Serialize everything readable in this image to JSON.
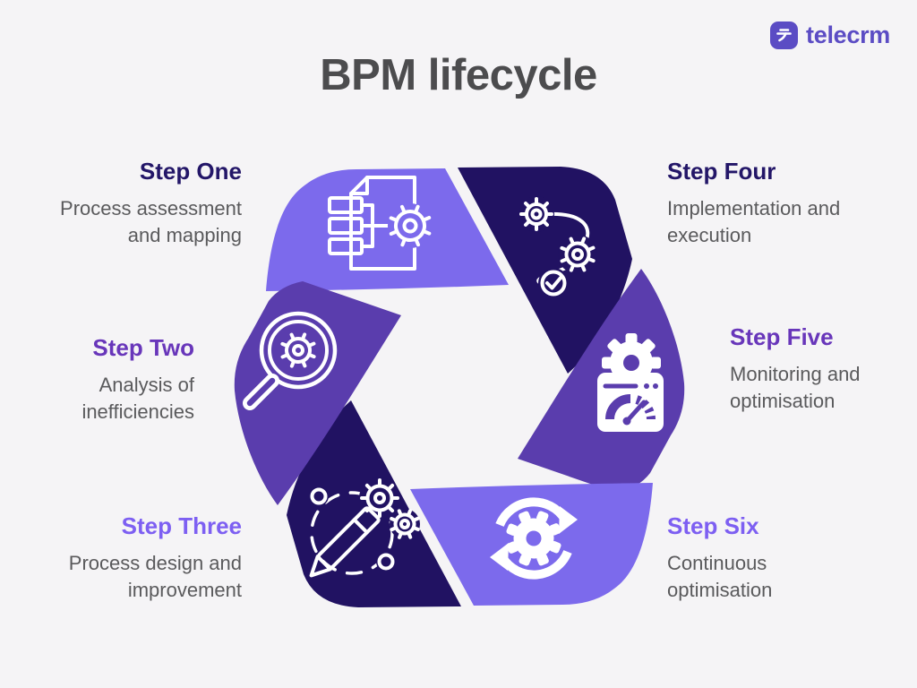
{
  "brand": {
    "name": "telecrm"
  },
  "title": "BPM lifecycle",
  "steps": [
    {
      "label": "Step One",
      "description": "Process assessment and mapping",
      "icon": "document-gear-icon"
    },
    {
      "label": "Step Two",
      "description": "Analysis of inefficiencies",
      "icon": "magnifier-gear-icon"
    },
    {
      "label": "Step Three",
      "description": "Process design and improvement",
      "icon": "pencil-gears-icon"
    },
    {
      "label": "Step Four",
      "description": "Implementation and execution",
      "icon": "workflow-check-icon"
    },
    {
      "label": "Step Five",
      "description": "Monitoring and optimisation",
      "icon": "browser-speedometer-icon"
    },
    {
      "label": "Step Six",
      "description": "Continuous optimisation",
      "icon": "gear-refresh-icon"
    }
  ],
  "colors": {
    "background": "#f5f4f6",
    "title": "#4c4c4e",
    "segment_light": "#7c6aec",
    "segment_dark": "#211262",
    "segment_medium": "#5a3dad",
    "heading_dark": "#231668",
    "heading_medium": "#6836ba",
    "heading_light": "#7d5ff2",
    "body_text": "#5a5a5c",
    "brand_purple": "#5b4cc4",
    "icon_stroke": "#ffffff"
  }
}
